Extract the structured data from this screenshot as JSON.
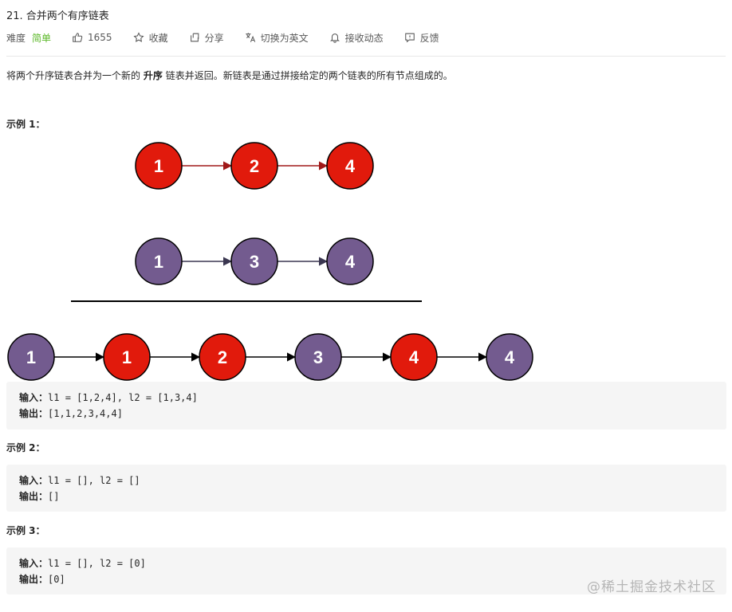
{
  "problem": {
    "title": "21. 合并两个有序链表",
    "difficulty_label": "难度",
    "difficulty_value": "简单",
    "likes": "1655",
    "favorite_label": "收藏",
    "share_label": "分享",
    "translate_label": "切换为英文",
    "notify_label": "接收动态",
    "feedback_label": "反馈"
  },
  "description": {
    "prefix": "将两个升序链表合并为一个新的",
    "emphasis": "升序",
    "suffix": "链表并返回。新链表是通过拼接给定的两个链表的所有节点组成的。"
  },
  "example1": {
    "title": "示例 1：",
    "diagram": {
      "list1": [
        "1",
        "2",
        "4"
      ],
      "list2": [
        "1",
        "3",
        "4"
      ],
      "merged": [
        {
          "label": "1",
          "from": "list2"
        },
        {
          "label": "1",
          "from": "list1"
        },
        {
          "label": "2",
          "from": "list1"
        },
        {
          "label": "3",
          "from": "list2"
        },
        {
          "label": "4",
          "from": "list1"
        },
        {
          "label": "4",
          "from": "list2"
        }
      ]
    },
    "input_label": "输入：",
    "input_value": "l1 = [1,2,4], l2 = [1,3,4]",
    "output_label": "输出：",
    "output_value": "[1,1,2,3,4,4]"
  },
  "example2": {
    "title": "示例 2：",
    "input_label": "输入：",
    "input_value": "l1 = [], l2 = []",
    "output_label": "输出：",
    "output_value": "[]"
  },
  "example3": {
    "title": "示例 3：",
    "input_label": "输入：",
    "input_value": "l1 = [], l2 = [0]",
    "output_label": "输出：",
    "output_value": "[0]"
  },
  "colors": {
    "list1_fill": "#e11a0c",
    "list2_fill": "#735b8f",
    "list1_arrow": "#a01818",
    "list2_arrow": "#3a3650",
    "easy": "#5ab726"
  },
  "watermark": "@稀土掘金技术社区"
}
